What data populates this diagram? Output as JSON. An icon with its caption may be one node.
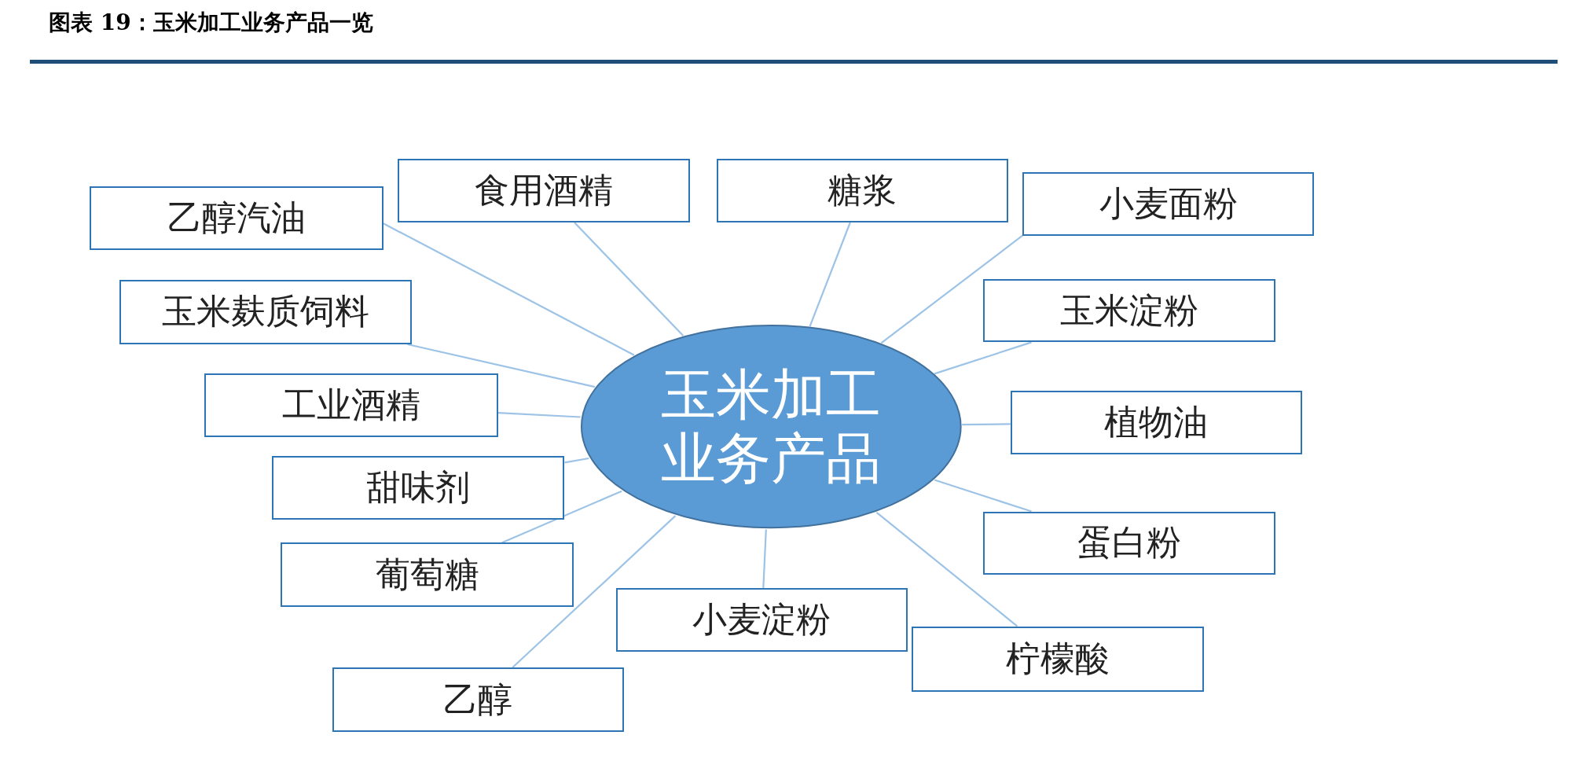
{
  "diagram": {
    "title": "图表 19：玉米加工业务产品一览",
    "nodes": [
      {
        "text": [
          "玉米加工业务产品"
        ]
      },
      {
        "text": [
          "食用酒精"
        ]
      },
      {
        "text": [
          "糖浆"
        ]
      },
      {
        "text": [
          "小麦面粉"
        ]
      },
      {
        "text": [
          "乙醇汽油"
        ]
      },
      {
        "text": [
          "玉米淀粉"
        ]
      },
      {
        "text": [
          "玉米麸质饲料"
        ]
      },
      {
        "text": [
          "工业酒精"
        ]
      },
      {
        "text": [
          "植物油"
        ]
      },
      {
        "text": [
          "甜味剂"
        ]
      },
      {
        "text": [
          "蛋白粉"
        ]
      },
      {
        "text": [
          "葡萄糖"
        ]
      },
      {
        "text": [
          "小麦淀粉"
        ]
      },
      {
        "text": [
          "柠檬酸"
        ]
      },
      {
        "text": [
          "乙醇"
        ]
      }
    ],
    "edges": [
      {
        "from": 0,
        "to": 1,
        "arrow": "none"
      },
      {
        "from": 0,
        "to": 2,
        "arrow": "none"
      },
      {
        "from": 0,
        "to": 3,
        "arrow": "none"
      },
      {
        "from": 0,
        "to": 4,
        "arrow": "none"
      },
      {
        "from": 0,
        "to": 5,
        "arrow": "none"
      },
      {
        "from": 0,
        "to": 6,
        "arrow": "none"
      },
      {
        "from": 0,
        "to": 7,
        "arrow": "none"
      },
      {
        "from": 0,
        "to": 8,
        "arrow": "none"
      },
      {
        "from": 0,
        "to": 9,
        "arrow": "none"
      },
      {
        "from": 0,
        "to": 10,
        "arrow": "none"
      },
      {
        "from": 0,
        "to": 11,
        "arrow": "none"
      },
      {
        "from": 0,
        "to": 12,
        "arrow": "none"
      },
      {
        "from": 0,
        "to": 13,
        "arrow": "none"
      },
      {
        "from": 0,
        "to": 14,
        "arrow": "none"
      }
    ]
  }
}
